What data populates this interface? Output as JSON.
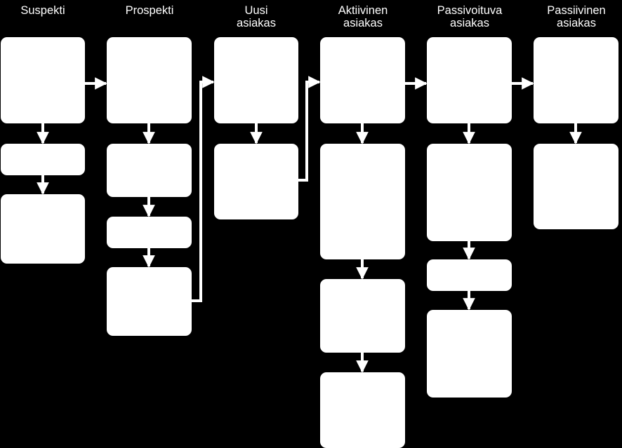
{
  "columns": [
    {
      "id": "suspekti",
      "title": [
        "Suspekti",
        ""
      ]
    },
    {
      "id": "prospekti",
      "title": [
        "Prospekti",
        ""
      ]
    },
    {
      "id": "uusi",
      "title": [
        "Uusi",
        "asiakas"
      ]
    },
    {
      "id": "aktiivinen",
      "title": [
        "Aktiivinen",
        "asiakas"
      ]
    },
    {
      "id": "passivoituva",
      "title": [
        "Passivoituva",
        "asiakas"
      ]
    },
    {
      "id": "passiivinen",
      "title": [
        "Passiivinen",
        "asiakas"
      ]
    }
  ],
  "colors": {
    "background": "#000000",
    "box": "#ffffff",
    "arrow": "#ffffff",
    "text": "#ffffff"
  }
}
